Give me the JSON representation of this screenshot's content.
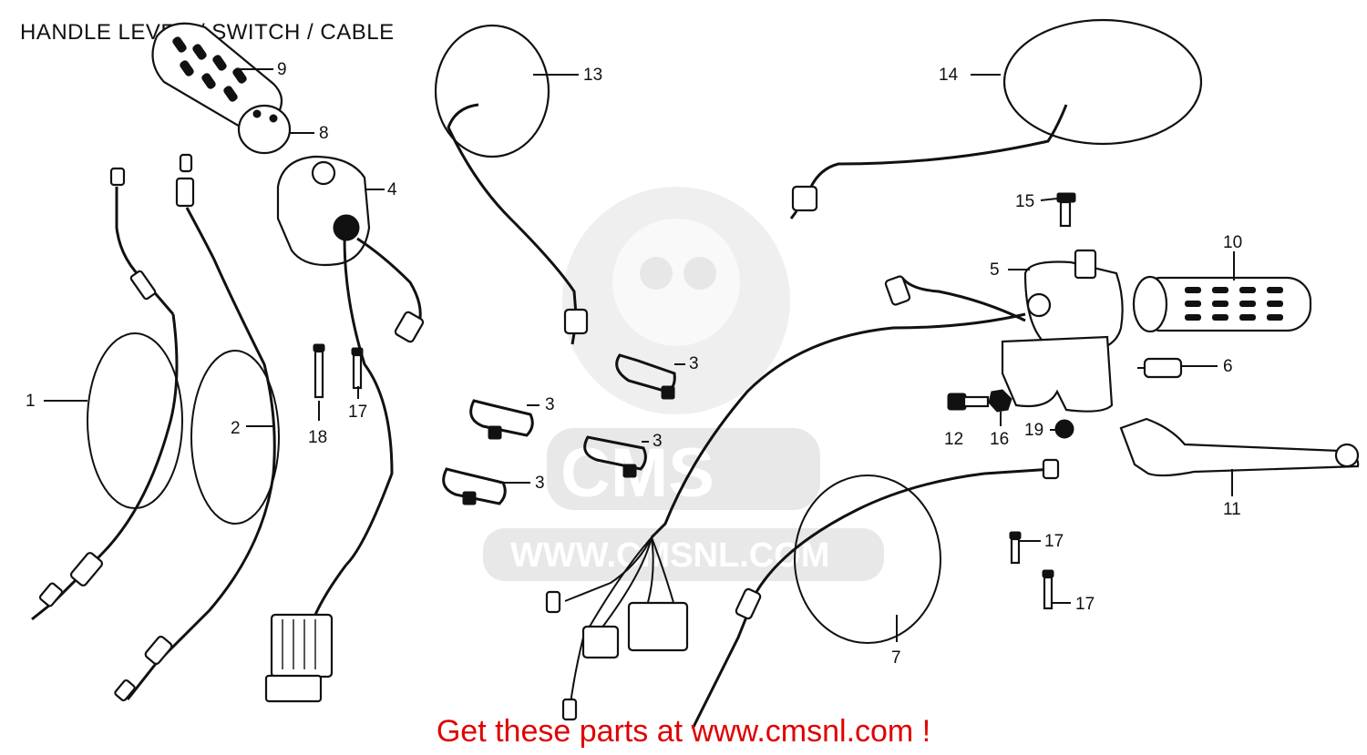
{
  "header": {
    "title": "HANDLE LEVER / SWITCH / CABLE"
  },
  "footer": {
    "text": "Get these parts at www.cmsnl.com !"
  },
  "watermark": {
    "brand": "CMS",
    "site": "WWW.CMSNL.COM",
    "color": "#e2e2e2"
  },
  "colors": {
    "ink": "#111111",
    "footer": "#e00000",
    "background": "#ffffff"
  },
  "callouts": [
    "1",
    "2",
    "3",
    "3",
    "3",
    "3",
    "4",
    "5",
    "6",
    "7",
    "8",
    "9",
    "10",
    "11",
    "12",
    "13",
    "14",
    "15",
    "16",
    "17",
    "17",
    "17",
    "18",
    "19"
  ]
}
